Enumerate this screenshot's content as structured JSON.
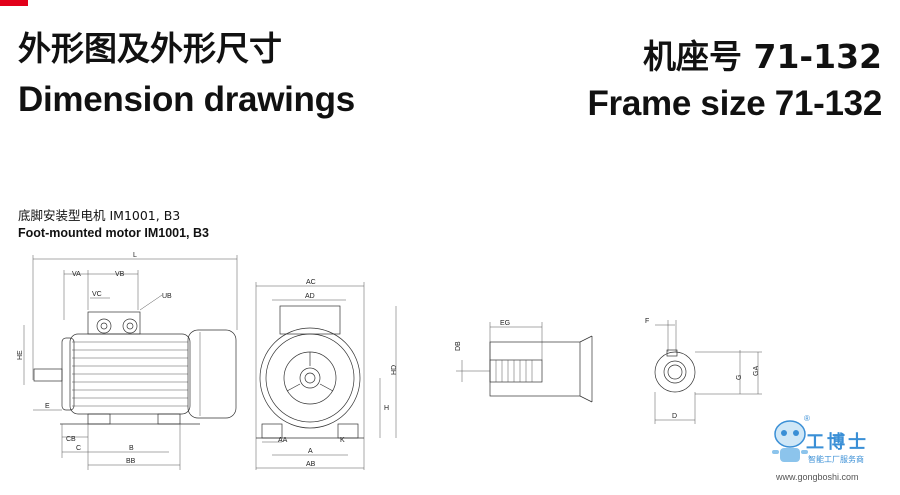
{
  "header": {
    "title_cn": "外形图及外形尺寸",
    "title_en": "Dimension drawings",
    "frame_cn": "机座号 71-132",
    "frame_en": "Frame size 71-132"
  },
  "subtitle": {
    "cn": "底脚安装型电机 IM1001, B3",
    "en": "Foot-mounted motor IM1001, B3"
  },
  "dimension_labels": {
    "L": "L",
    "VA": "VA",
    "VB": "VB",
    "VC": "VC",
    "UB": "UB",
    "HE": "HE",
    "E": "E",
    "CB": "CB",
    "C": "C",
    "B": "B",
    "BB": "BB",
    "AC": "AC",
    "AD": "AD",
    "HD": "HD",
    "H": "H",
    "K": "K",
    "AA": "AA",
    "A": "A",
    "AB": "AB",
    "EG": "EG",
    "DB": "DB",
    "F": "F",
    "G": "G",
    "GA": "GA",
    "D": "D"
  },
  "watermark": {
    "name": "工博士",
    "tagline": "智能工厂服务商",
    "url": "www.gongboshi.com",
    "registered": "®"
  },
  "colors": {
    "brand_red": "#e2001a",
    "watermark_blue": "#3a8fd6"
  }
}
